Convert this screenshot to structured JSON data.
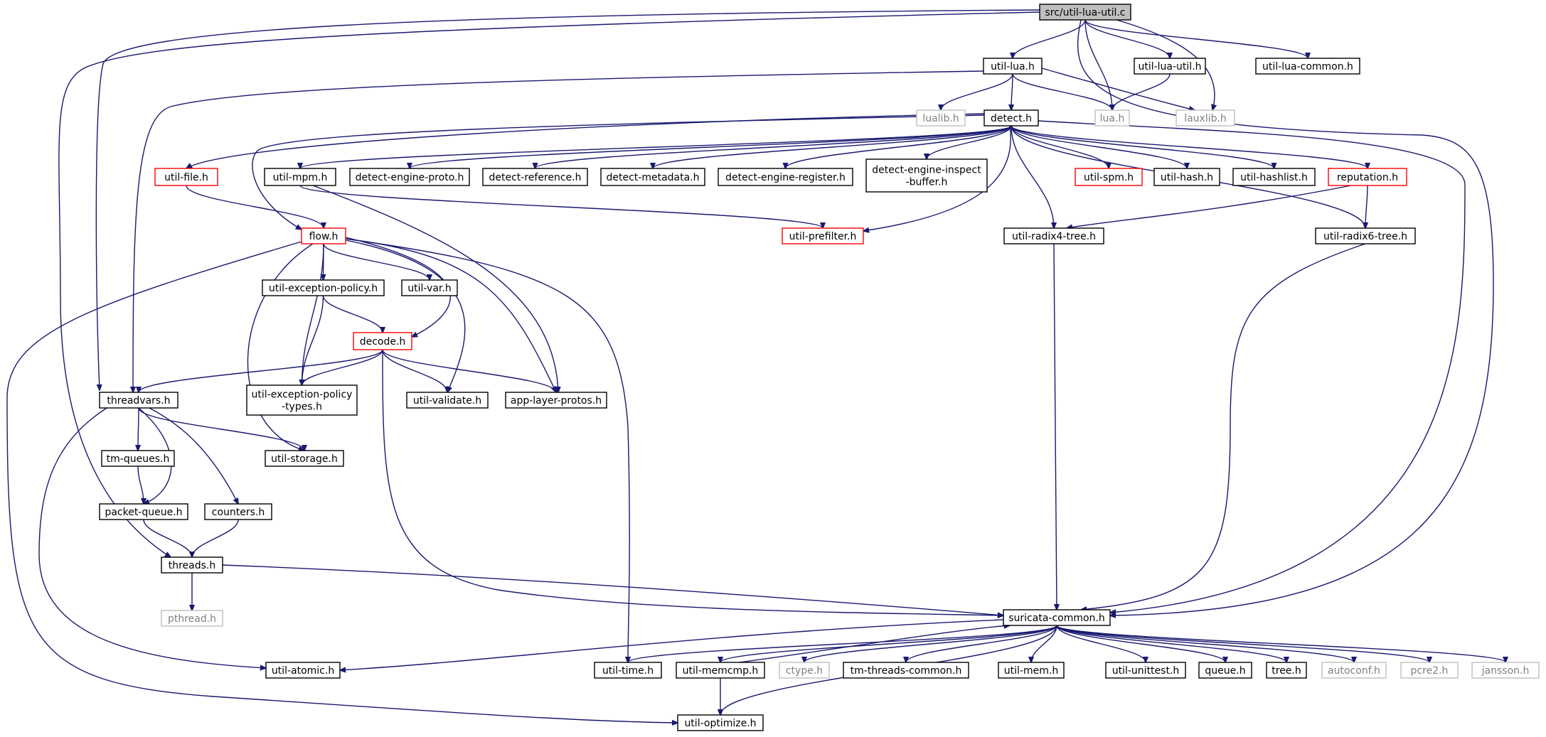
{
  "graph": {
    "nodes": [
      {
        "id": "root",
        "label": "src/util-lua-util.c",
        "style": "root"
      },
      {
        "id": "util_lua",
        "label": "util-lua.h",
        "style": "normal"
      },
      {
        "id": "util_lua_util",
        "label": "util-lua-util.h",
        "style": "normal"
      },
      {
        "id": "util_lua_common",
        "label": "util-lua-common.h",
        "style": "normal"
      },
      {
        "id": "lualib",
        "label": "lualib.h",
        "style": "gray"
      },
      {
        "id": "detect",
        "label": "detect.h",
        "style": "normal"
      },
      {
        "id": "lua",
        "label": "lua.h",
        "style": "gray"
      },
      {
        "id": "lauxlib",
        "label": "lauxlib.h",
        "style": "gray"
      },
      {
        "id": "util_file",
        "label": "util-file.h",
        "style": "red"
      },
      {
        "id": "util_mpm",
        "label": "util-mpm.h",
        "style": "normal"
      },
      {
        "id": "detect_engine_proto",
        "label": "detect-engine-proto.h",
        "style": "normal"
      },
      {
        "id": "detect_reference",
        "label": "detect-reference.h",
        "style": "normal"
      },
      {
        "id": "detect_metadata",
        "label": "detect-metadata.h",
        "style": "normal"
      },
      {
        "id": "detect_engine_register",
        "label": "detect-engine-register.h",
        "style": "normal"
      },
      {
        "id": "detect_engine_inspect_buffer",
        "label": "detect-engine-inspect\n-buffer.h",
        "style": "normal"
      },
      {
        "id": "util_spm",
        "label": "util-spm.h",
        "style": "red"
      },
      {
        "id": "util_hash",
        "label": "util-hash.h",
        "style": "normal"
      },
      {
        "id": "util_hashlist",
        "label": "util-hashlist.h",
        "style": "normal"
      },
      {
        "id": "reputation",
        "label": "reputation.h",
        "style": "red"
      },
      {
        "id": "flow",
        "label": "flow.h",
        "style": "red"
      },
      {
        "id": "util_prefilter",
        "label": "util-prefilter.h",
        "style": "red"
      },
      {
        "id": "util_radix4_tree",
        "label": "util-radix4-tree.h",
        "style": "normal"
      },
      {
        "id": "util_radix6_tree",
        "label": "util-radix6-tree.h",
        "style": "normal"
      },
      {
        "id": "util_exception_policy",
        "label": "util-exception-policy.h",
        "style": "normal"
      },
      {
        "id": "util_var",
        "label": "util-var.h",
        "style": "normal"
      },
      {
        "id": "decode",
        "label": "decode.h",
        "style": "red"
      },
      {
        "id": "threadvars",
        "label": "threadvars.h",
        "style": "normal"
      },
      {
        "id": "util_exception_policy_types",
        "label": "util-exception-policy\n-types.h",
        "style": "normal"
      },
      {
        "id": "util_validate",
        "label": "util-validate.h",
        "style": "normal"
      },
      {
        "id": "app_layer_protos",
        "label": "app-layer-protos.h",
        "style": "normal"
      },
      {
        "id": "tm_queues",
        "label": "tm-queues.h",
        "style": "normal"
      },
      {
        "id": "util_storage",
        "label": "util-storage.h",
        "style": "normal"
      },
      {
        "id": "packet_queue",
        "label": "packet-queue.h",
        "style": "normal"
      },
      {
        "id": "counters",
        "label": "counters.h",
        "style": "normal"
      },
      {
        "id": "threads",
        "label": "threads.h",
        "style": "normal"
      },
      {
        "id": "pthread",
        "label": "pthread.h",
        "style": "gray"
      },
      {
        "id": "suricata_common",
        "label": "suricata-common.h",
        "style": "normal"
      },
      {
        "id": "util_atomic",
        "label": "util-atomic.h",
        "style": "normal"
      },
      {
        "id": "util_time",
        "label": "util-time.h",
        "style": "normal"
      },
      {
        "id": "util_memcmp",
        "label": "util-memcmp.h",
        "style": "normal"
      },
      {
        "id": "ctype",
        "label": "ctype.h",
        "style": "gray"
      },
      {
        "id": "tm_threads_common",
        "label": "tm-threads-common.h",
        "style": "normal"
      },
      {
        "id": "util_mem",
        "label": "util-mem.h",
        "style": "normal"
      },
      {
        "id": "util_unittest",
        "label": "util-unittest.h",
        "style": "normal"
      },
      {
        "id": "queue",
        "label": "queue.h",
        "style": "normal"
      },
      {
        "id": "tree",
        "label": "tree.h",
        "style": "normal"
      },
      {
        "id": "autoconf",
        "label": "autoconf.h",
        "style": "gray"
      },
      {
        "id": "pcre2",
        "label": "pcre2.h",
        "style": "gray"
      },
      {
        "id": "jansson",
        "label": "jansson.h",
        "style": "gray"
      },
      {
        "id": "util_optimize",
        "label": "util-optimize.h",
        "style": "normal"
      }
    ],
    "colors": {
      "edge": "#191970",
      "border": "#000000",
      "highlight_border": "#ff0000",
      "external_border": "#bfbfbf",
      "external_text": "#808080",
      "root_fill": "#bfbfbf"
    }
  }
}
